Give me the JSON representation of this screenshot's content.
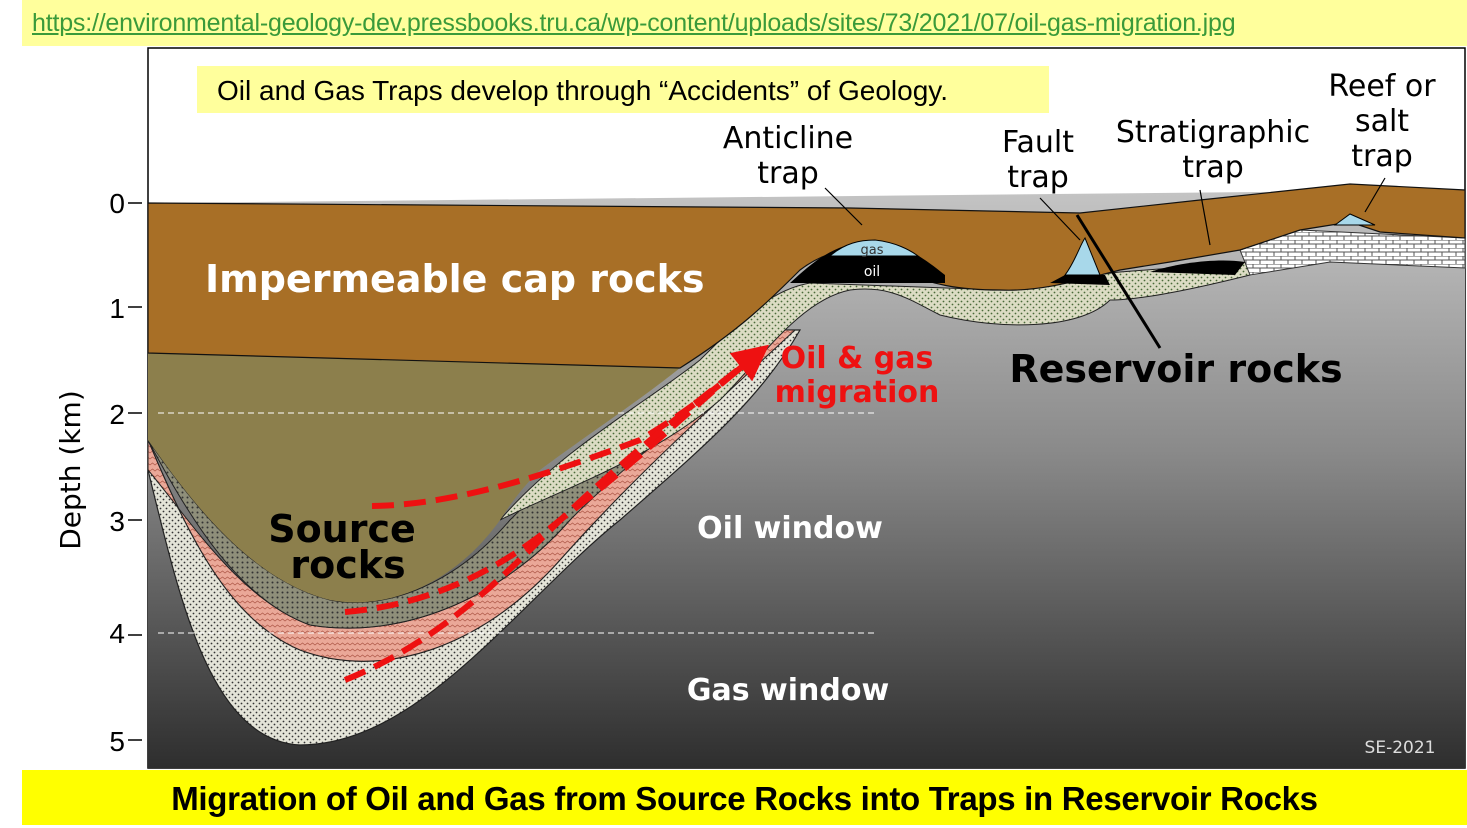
{
  "source_url": "https://environmental-geology-dev.pressbooks.tru.ca/wp-content/uploads/sites/73/2021/07/oil-gas-migration.jpg",
  "headline": "Oil and Gas Traps develop through “Accidents” of Geology.",
  "axis": {
    "label": "Depth (km)",
    "ticks": [
      "0",
      "1",
      "2",
      "3",
      "4",
      "5"
    ]
  },
  "labels": {
    "cap_rocks": "Impermeable cap rocks",
    "source_rocks_1": "Source",
    "source_rocks_2": "rocks",
    "migration_1": "Oil & gas",
    "migration_2": "migration",
    "reservoir_rocks": "Reservoir rocks",
    "oil_window": "Oil window",
    "gas_window": "Gas window",
    "gas": "gas",
    "oil": "oil",
    "anticline_1": "Anticline",
    "anticline_2": "trap",
    "fault_1": "Fault",
    "fault_2": "trap",
    "strat_1": "Stratigraphic",
    "strat_2": "trap",
    "reef_1": "Reef or",
    "reef_2": "salt",
    "reef_3": "trap",
    "credit": "SE-2021"
  },
  "caption": "Migration of Oil and Gas from Source Rocks into Traps in Reservoir Rocks",
  "colors": {
    "cap": "#a86f26",
    "basin": "#8c7f4c",
    "source": "#eaa898",
    "migration": "#ee1111",
    "highlight": "#ffff00"
  }
}
